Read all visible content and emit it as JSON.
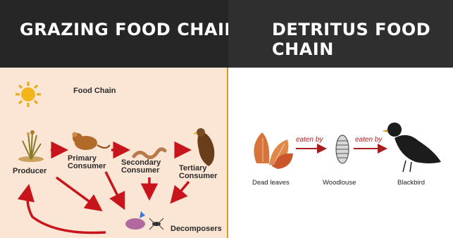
{
  "grazing": {
    "heading": "GRAZING FOOD CHAIN",
    "diagram_title": "Food Chain",
    "producer": "Producer",
    "primary": "Primary Consumer",
    "secondary": "Secondary Consumer",
    "tertiary": "Tertiary Consumer",
    "decomposers": "Decomposers"
  },
  "detritus": {
    "heading": "DETRITUS FOOD CHAIN",
    "dead_leaves": "Dead leaves",
    "woodlouse": "Woodlouse",
    "blackbird": "Blackbird",
    "eaten_by_1": "eaten by",
    "eaten_by_2": "eaten by"
  },
  "colors": {
    "arrow": "#c8141b",
    "header_bg": "#262626",
    "left_bg": "#fbe6d6",
    "divider": "#d89a1e"
  }
}
